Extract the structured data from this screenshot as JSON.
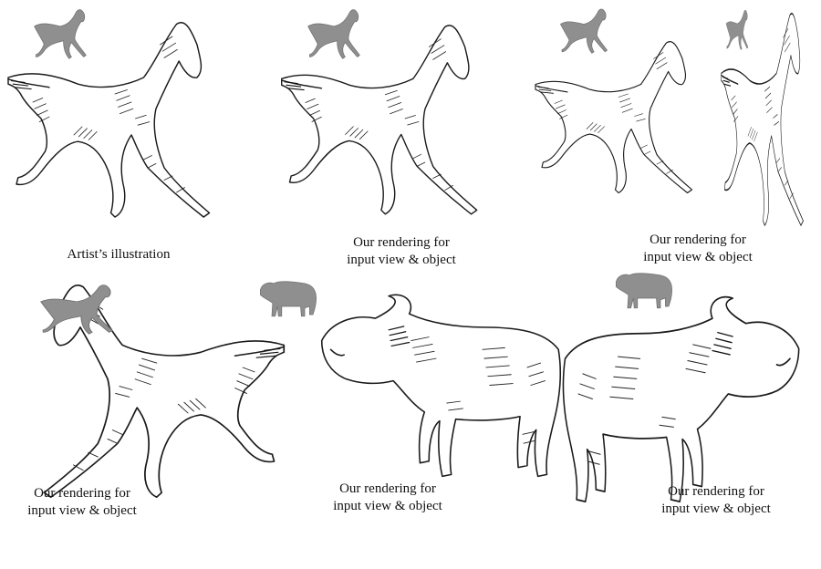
{
  "panels": [
    {
      "id": "p1",
      "caption_line1": "Artist’s illustration",
      "caption_line2": ""
    },
    {
      "id": "p2",
      "caption_line1": "Our rendering for",
      "caption_line2": "input view & object"
    },
    {
      "id": "p3",
      "caption_line1": "Our rendering for",
      "caption_line2": "input view & object"
    },
    {
      "id": "p4",
      "caption_line1": "Our rendering for",
      "caption_line2": "input view & object"
    },
    {
      "id": "p5",
      "caption_line1": "Our rendering for",
      "caption_line2": "input view & object"
    },
    {
      "id": "p6",
      "caption_line1": "Our rendering for",
      "caption_line2": "input view & object"
    }
  ]
}
